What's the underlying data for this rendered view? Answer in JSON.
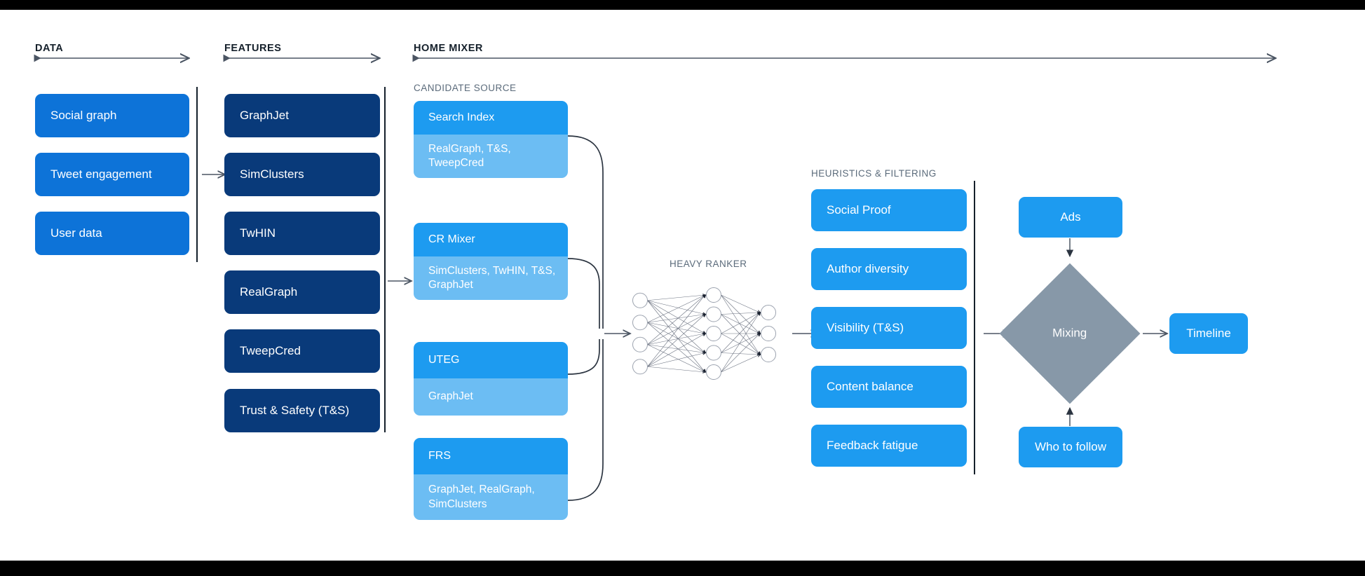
{
  "phases": [
    {
      "id": "data",
      "label": "DATA"
    },
    {
      "id": "features",
      "label": "FEATURES"
    },
    {
      "id": "home_mixer",
      "label": "HOME MIXER"
    }
  ],
  "section_labels": {
    "candidate_source": "CANDIDATE SOURCE",
    "heavy_ranker": "HEAVY RANKER",
    "heuristics": "HEURISTICS & FILTERING"
  },
  "data_column": {
    "items": [
      {
        "label": "Social graph"
      },
      {
        "label": "Tweet engagement"
      },
      {
        "label": "User data"
      }
    ]
  },
  "features_column": {
    "items": [
      {
        "label": "GraphJet"
      },
      {
        "label": "SimClusters"
      },
      {
        "label": "TwHIN"
      },
      {
        "label": "RealGraph"
      },
      {
        "label": "TweepCred"
      },
      {
        "label": "Trust & Safety (T&S)"
      }
    ]
  },
  "candidate_sources": {
    "items": [
      {
        "title": "Search Index",
        "features": "RealGraph, T&S, TweepCred"
      },
      {
        "title": "CR Mixer",
        "features": "SimClusters, TwHIN, T&S, GraphJet"
      },
      {
        "title": "UTEG",
        "features": "GraphJet"
      },
      {
        "title": "FRS",
        "features": "GraphJet, RealGraph, SimClusters"
      }
    ]
  },
  "heavy_ranker": {
    "label": "HEAVY RANKER",
    "layers": [
      4,
      5,
      3
    ]
  },
  "heuristics": {
    "items": [
      {
        "label": "Social Proof"
      },
      {
        "label": "Author diversity"
      },
      {
        "label": "Visibility (T&S)"
      },
      {
        "label": "Content balance"
      },
      {
        "label": "Feedback fatigue"
      }
    ]
  },
  "mixing": {
    "ads": "Ads",
    "node": "Mixing",
    "who_to_follow": "Who to follow",
    "timeline": "Timeline"
  },
  "colors": {
    "navy": "#093a7a",
    "blue": "#0d73d8",
    "sky": "#1d9bf0",
    "sky_light": "#6cbdf3",
    "grey_blue": "#8798a8",
    "arrow": "#4b5563",
    "text_dark": "#15202b",
    "text_muted": "#5b6b7b",
    "background": "#ffffff",
    "letterbox": "#000000"
  }
}
